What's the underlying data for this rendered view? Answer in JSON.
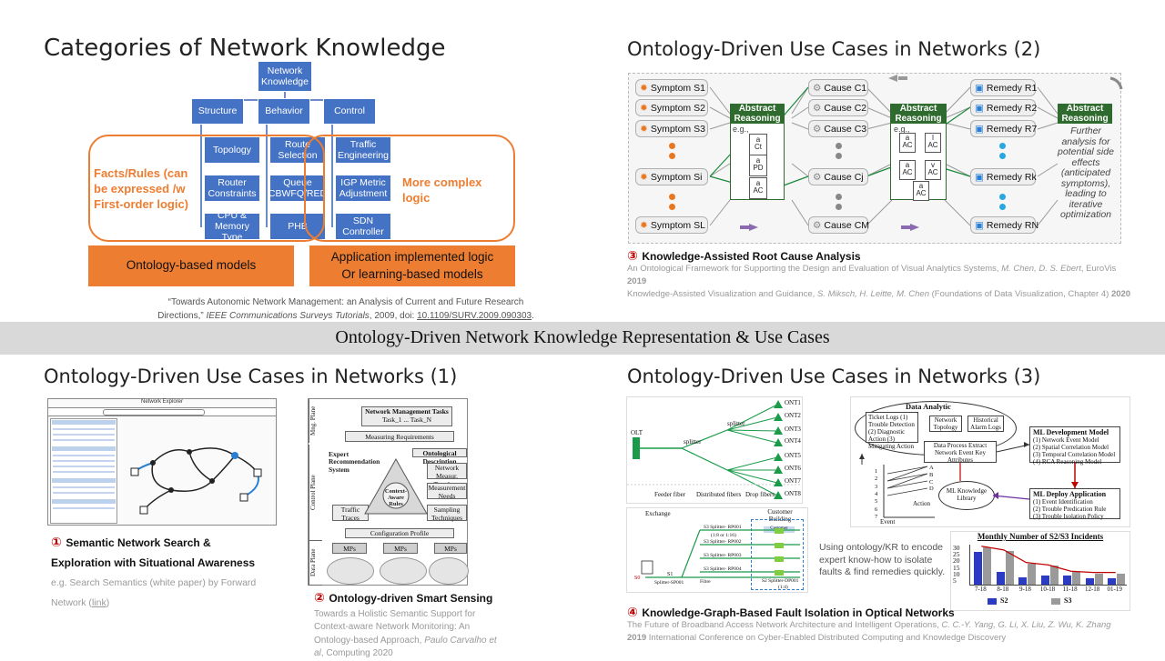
{
  "band": {
    "title": "Ontology-Driven Network Knowledge Representation & Use Cases"
  },
  "q1": {
    "title": "Categories of Network Knowledge",
    "root": "Network Knowledge",
    "cat_structure": "Structure",
    "cat_behavior": "Behavior",
    "cat_control": "Control",
    "structure_items": [
      "Topology",
      "Router Constraints",
      "CPU & Memory Type"
    ],
    "behavior_items": [
      "Route Selection",
      "Queue (CBWFQ/RED)",
      "PHB"
    ],
    "control_items": [
      "Traffic Engineering",
      "IGP Metric Adjustment",
      "SDN Controller"
    ],
    "left_note": "Facts/Rules (can be expressed /w First-order logic)",
    "right_note": "More complex logic",
    "left_model": "Ontology-based models",
    "right_model": "Application implemented logic Or learning-based models",
    "citation_pre": "“Towards Autonomic Network Management: an Analysis of Current and Future Research Directions,”",
    "citation_journal": "IEEE Communications Surveys Tutorials",
    "citation_mid": ", 2009, doi: ",
    "citation_doi": "10.1109/SURV.2009.090303",
    "citation_end": "."
  },
  "q2": {
    "title": "Ontology-Driven Use Cases in Networks (2)",
    "symptoms": [
      "Symptom S1",
      "Symptom S2",
      "Symptom S3",
      "Symptom Si",
      "Symptom SL"
    ],
    "causes": [
      "Cause C1",
      "Cause C2",
      "Cause C3",
      "Cause Cj",
      "Cause CM"
    ],
    "remedies": [
      "Remedy R1",
      "Remedy R2",
      "Remedy R7",
      "Remedy Rk",
      "Remedy RN"
    ],
    "abstract_reasoning": "Abstract Reasoning",
    "eg": "e.g.,",
    "node_labels": [
      "Ct",
      "PD",
      "AC",
      "AC",
      "AC",
      "AC",
      "AC",
      "AC",
      "AC"
    ],
    "further_note": "Further analysis for potential side effects (anticipated symptoms), leading to iterative optimization",
    "caption_num": "③",
    "caption": "Knowledge-Assisted Root Cause Analysis",
    "cite_line1_pre": "An Ontological Framework for Supporting the Design and Evaluation of Visual Analytics Systems,",
    "cite_line1_auth": "M. Chen, D. S. Ebert",
    "cite_line1_venue": ", EuroVis",
    "cite_line1_year": "2019",
    "cite_line2_pre": "Knowledge-Assisted Visualization and Guidance,",
    "cite_line2_auth": "S. Miksch, H. Leitte, M. Chen",
    "cite_line2_venue": "(Foundations of Data Visualization, Chapter 4)",
    "cite_line2_year": "2020"
  },
  "q3": {
    "title": "Ontology-Driven Use Cases in Networks (1)",
    "caption1_num": "①",
    "caption1": "Semantic Network Search & Exploration with Situational Awareness",
    "caption1_gray": "e.g. Search Semantics (white paper) by Forward Network (",
    "caption1_link": "link",
    "caption1_end": ")",
    "caption2_num": "②",
    "caption2": "Ontology-driven Smart Sensing",
    "caption2_cite_pre": "Towards a Holistic Semantic Support for Context-aware Network Monitoring: An Ontology-based Approach,",
    "caption2_auth": "Paulo Carvalho et al",
    "caption2_end": ", Computing 2020",
    "diagram": {
      "mgmt_plane": "Mng. Plane",
      "control_plane": "Control Plane",
      "data_plane": "Data Plane",
      "tasks": "Network Management Tasks",
      "tasks_sub": "Task_1 ... Task_N",
      "meas_req": "Measuring Requirements",
      "expert": "Expert Recommendation System",
      "onto_desc": "Ontological Description",
      "net_meas": "Network Measur. Topology",
      "meas_needs": "Measurement Needs",
      "rules": "Context-Aware Rules",
      "traffic": "Traffic Traces",
      "sampling": "Sampling Techniques",
      "config": "Configuration Profile",
      "mps": [
        "MPs",
        "MPs",
        "MPs"
      ]
    },
    "screenshot_title": "Network Explorer"
  },
  "q4": {
    "title": "Ontology-Driven Use Cases in Networks (3)",
    "onts": [
      "ONT1",
      "ONT2",
      "ONT3",
      "ONT4",
      "ONT5",
      "ONT6",
      "ONT7",
      "ONT8"
    ],
    "olt": "OLT",
    "splitter": "splitter",
    "feeder": "Feeder fiber",
    "distributed": "Distributed fibers",
    "drop": "Drop fibers",
    "exchange": "Exchange",
    "customer_building": "Customer Building",
    "customer": "Customer",
    "splitters": [
      "S3 Splitter- RP001",
      "(1:8 or 1:16)",
      "S3 Splitter- RP002",
      "S3 Splitter- RP003",
      "S3 Splitter- RP004"
    ],
    "s2_label": "S2 Splitter-DP001",
    "ratio": "(1:4)",
    "s1": "S1",
    "s1_split": "Splitter-SP001",
    "s0": "S0",
    "fibre": "Fibre",
    "data_analytic": "Data Analytic",
    "ticket_logs": "Ticket Logs (1) Trouble Detection (2) Diagnostic Action (3) Mitigating Action",
    "network_topology": "Network Topology",
    "historical_alarm": "Historical Alarm Logs",
    "data_process": "Data Process Extract Network Event Key Attributes",
    "ml_dev": "ML Development Model",
    "ml_dev_items": [
      "(1) Network Event Model",
      "(2) Spatial Correlation Model",
      "(3) Temporal Correlation Model",
      "(4) RCA Reasoning Model"
    ],
    "ml_deploy": "ML Deploy Application",
    "ml_deploy_items": [
      "(1) Event Identification",
      "(2) Trouble Predication Rule",
      "(3) Trouble Isolation Policy"
    ],
    "ml_library": "ML Knowledge Library",
    "action": "Action",
    "event": "Event",
    "matrix_rows": [
      "1",
      "2",
      "3",
      "4",
      "5",
      "6",
      "7"
    ],
    "matrix_cols": [
      "A",
      "B",
      "C",
      "D"
    ],
    "note": "Using ontology/KR to encode expert know-how to isolate faults & find remedies quickly.",
    "caption_num": "④",
    "caption": "Knowledge-Graph-Based Fault Isolation in Optical Networks",
    "cite_line1": "The Future of Broadband Access Network Architecture and Intelligent Operations,",
    "cite_auth": "C. C.-Y. Yang, G. Li, X. Liu, Z. Wu, K. Zhang",
    "cite_line2_year": "2019",
    "cite_line2": "International Conference on Cyber-Enabled Distributed Computing and Knowledge Discovery"
  },
  "chart_data": {
    "type": "bar",
    "title": "Monthly Number of S2/S3 Incidents",
    "categories": [
      "7-18",
      "8-18",
      "9-18",
      "10-18",
      "11-18",
      "12-18",
      "01-19"
    ],
    "series": [
      {
        "name": "S2",
        "values": [
          26,
          10,
          6,
          7,
          7,
          5,
          5
        ],
        "color": "#2b3bc4"
      },
      {
        "name": "S3",
        "values": [
          30,
          27,
          17,
          15,
          10,
          9,
          9
        ],
        "color": "#9a9a9a"
      }
    ],
    "yticks": [
      "30",
      "25",
      "20",
      "15",
      "10",
      "5"
    ],
    "ylim": [
      0,
      32
    ],
    "legend": "bottom"
  },
  "colors": {
    "blue": "#4472c4",
    "orange": "#ed7d31",
    "green": "#2f6b2f",
    "red": "#c00000"
  }
}
